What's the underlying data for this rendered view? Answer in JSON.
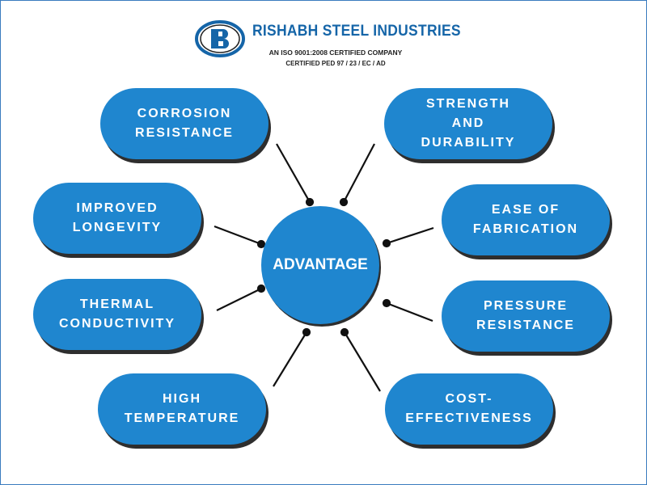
{
  "header": {
    "company_name": "RISHABH STEEL INDUSTRIES",
    "certification": "AN ISO 9001:2008 CERTIFIED COMPANY",
    "ped": "CERTIFIED PED 97 / 23 / EC / AD"
  },
  "colors": {
    "primary": "#1f86cf",
    "brand_text": "#1565a8",
    "shadow": "#2e2e2e",
    "frame": "#3a7bbf"
  },
  "diagram": {
    "center": "ADVANTAGE",
    "nodes": [
      "CORROSION\nRESISTANCE",
      "STRENGTH\nAND\nDURABILITY",
      "IMPROVED\nLONGEVITY",
      "EASE OF\nFABRICATION",
      "THERMAL\nCONDUCTIVITY",
      "PRESSURE\nRESISTANCE",
      "HIGH\nTEMPERATURE",
      "COST-\nEFFECTIVENESS"
    ]
  }
}
